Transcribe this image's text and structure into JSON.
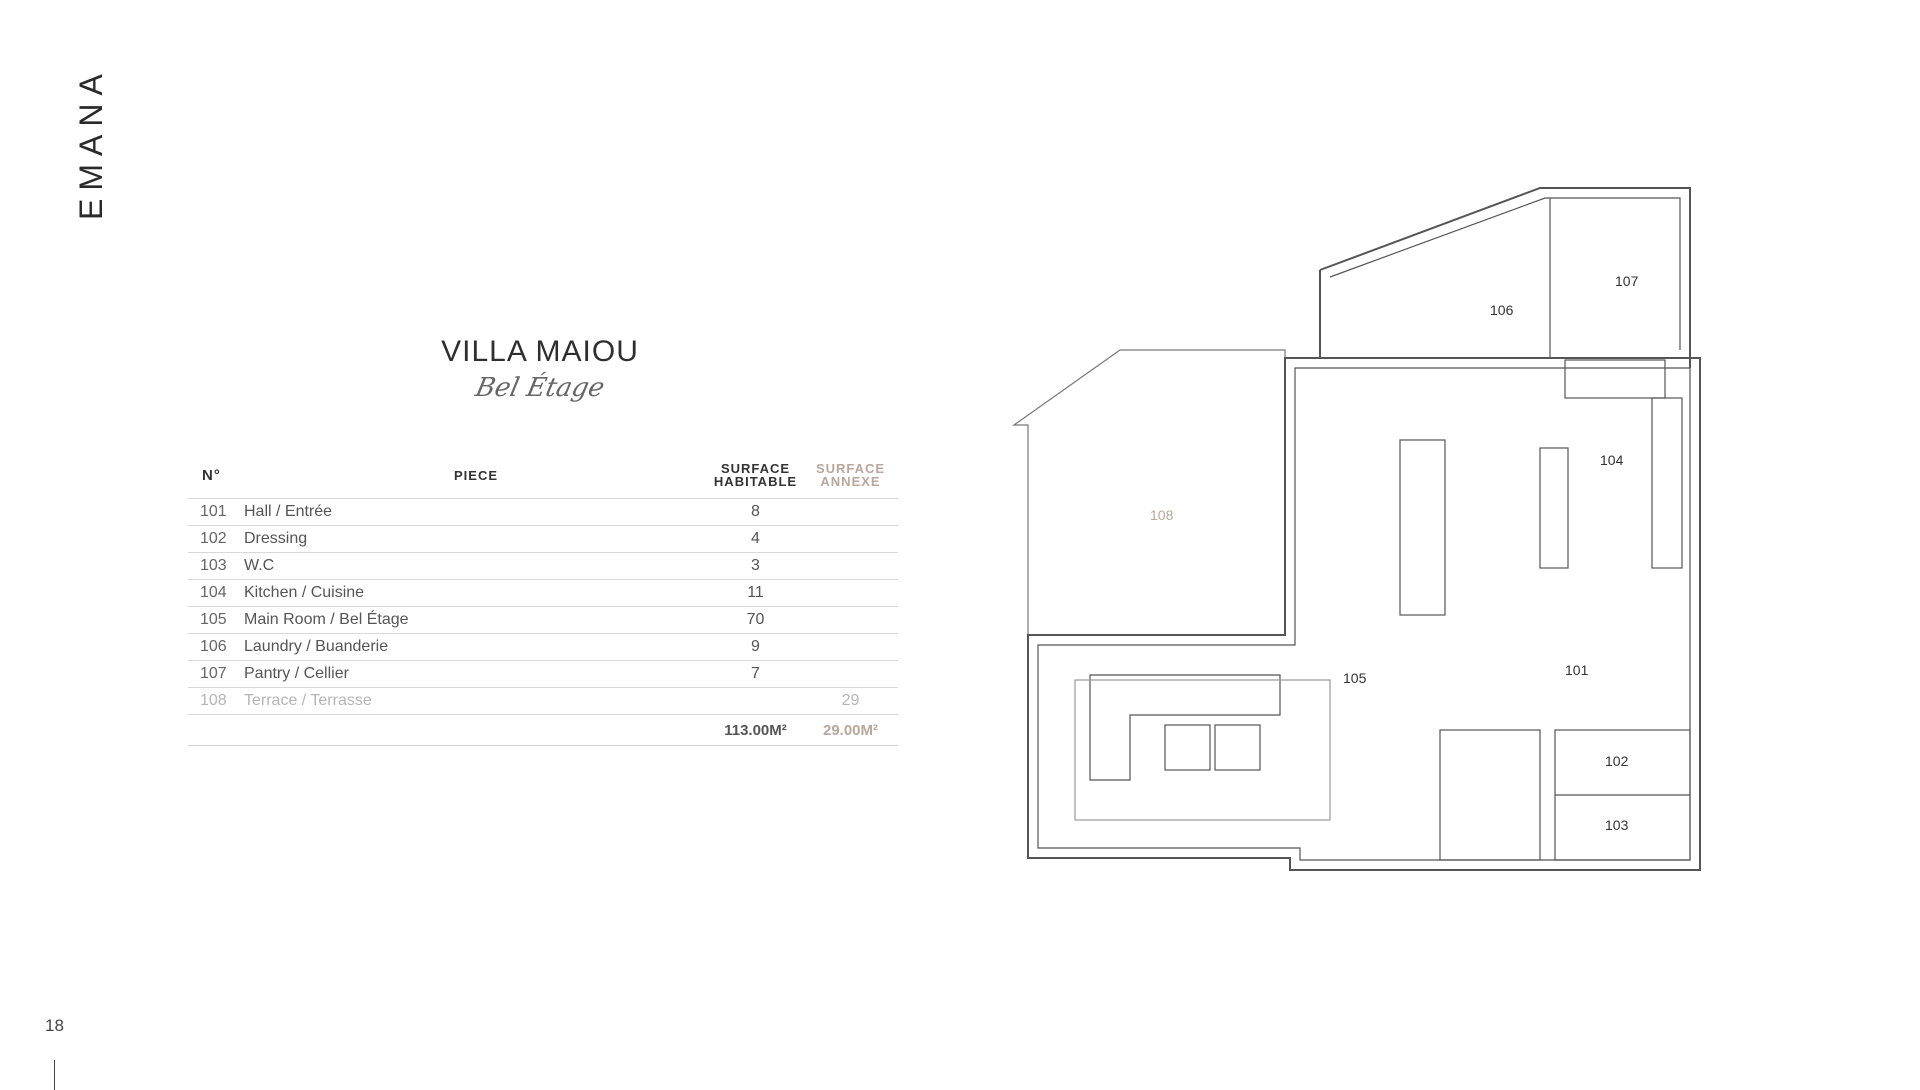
{
  "brand": {
    "name": "EMANA"
  },
  "page": {
    "number": "18"
  },
  "header": {
    "title": "VILLA MAIOU",
    "subtitle": "Bel Étage"
  },
  "table": {
    "col_num": "N°",
    "col_piece": "PIECE",
    "col_hab_1": "SURFACE",
    "col_hab_2": "HABITABLE",
    "col_annexe_1": "SURFACE",
    "col_annexe_2": "ANNEXE",
    "rows": [
      {
        "num": "101",
        "name": "Hall / Entrée",
        "hab": "8",
        "annexe": ""
      },
      {
        "num": "102",
        "name": "Dressing",
        "hab": "4",
        "annexe": ""
      },
      {
        "num": "103",
        "name": "W.C",
        "hab": "3",
        "annexe": ""
      },
      {
        "num": "104",
        "name": "Kitchen / Cuisine",
        "hab": "11",
        "annexe": ""
      },
      {
        "num": "105",
        "name": "Main Room / Bel Étage",
        "hab": "70",
        "annexe": ""
      },
      {
        "num": "106",
        "name": "Laundry / Buanderie",
        "hab": "9",
        "annexe": ""
      },
      {
        "num": "107",
        "name": "Pantry / Cellier",
        "hab": "7",
        "annexe": ""
      },
      {
        "num": "108",
        "name": "Terrace / Terrasse",
        "hab": "",
        "annexe": "29"
      }
    ],
    "total_hab": "113.00M²",
    "total_annexe": "29.00M²"
  },
  "plan": {
    "labels": [
      "101",
      "102",
      "103",
      "104",
      "105",
      "106",
      "107",
      "108"
    ],
    "colors": {
      "line": "#555555",
      "terrace_label": "#b8a79a"
    }
  }
}
